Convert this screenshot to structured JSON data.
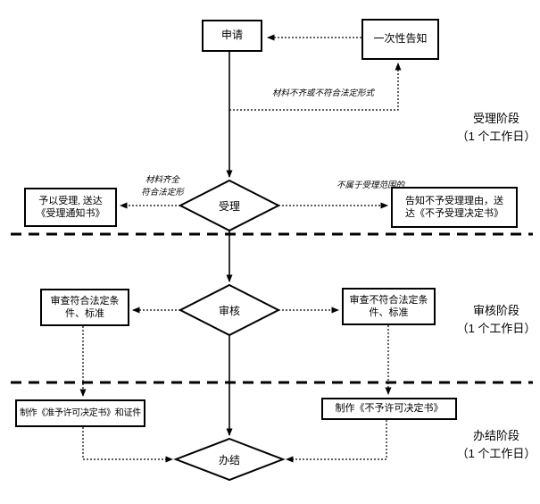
{
  "flow": {
    "nodes": {
      "apply": "申请",
      "notice": "一次性告知",
      "accept": "受理",
      "review": "审核",
      "finish": "办结",
      "accept_yes_line1": "予以受理, 送达",
      "accept_yes_line2": "《受理通知书》",
      "accept_no_line1": "告知不予受理理由，送",
      "accept_no_line2": "达《不予受理决定书》",
      "review_pass_line1": "审查符合法定条",
      "review_pass_line2": "件、标准",
      "review_fail_line1": "审查不符合法定条",
      "review_fail_line2": "件、标准",
      "make_permit": "制作《准予许可决定书》和证件",
      "make_deny": "制作《不予许可决定书》"
    },
    "edge_labels": {
      "incomplete": "材料不齐或不符合法定形式",
      "complete_line1": "材料齐全",
      "complete_line2": "符合法定形",
      "out_of_scope": "不属于受理范围的"
    },
    "stages": {
      "stage1_line1": "受理阶段",
      "stage1_line2": "（1 个工作日）",
      "stage2_line1": "审核阶段",
      "stage2_line2": "（1 个工作日）",
      "stage3_line1": "办结阶段",
      "stage3_line2": "（1 个工作日）"
    },
    "colors": {
      "line": "#000000",
      "background": "#ffffff",
      "text": "#000000"
    }
  }
}
